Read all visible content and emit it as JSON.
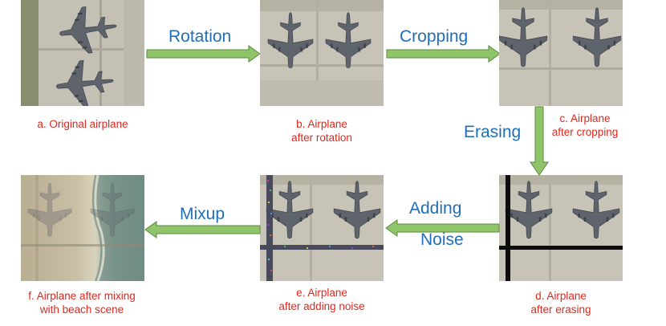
{
  "operations": {
    "rotation": "Rotation",
    "cropping": "Cropping",
    "erasing": "Erasing",
    "adding_line1": "Adding",
    "adding_line2": "Noise",
    "mixup": "Mixup"
  },
  "captions": {
    "a": [
      "a. Original airplane"
    ],
    "b": [
      "b. Airplane",
      "after rotation"
    ],
    "c": [
      "c. Airplane",
      "after cropping"
    ],
    "d": [
      "d. Airplane",
      "after erasing"
    ],
    "e": [
      "e. Airplane",
      "after adding noise"
    ],
    "f": [
      "f. Airplane after mixing",
      "with beach scene"
    ]
  },
  "colors": {
    "caption": "#e0281e",
    "operation_text": "#1f6fb8",
    "arrow_fill": "#8fc46a",
    "arrow_stroke": "#5c8a3c"
  }
}
